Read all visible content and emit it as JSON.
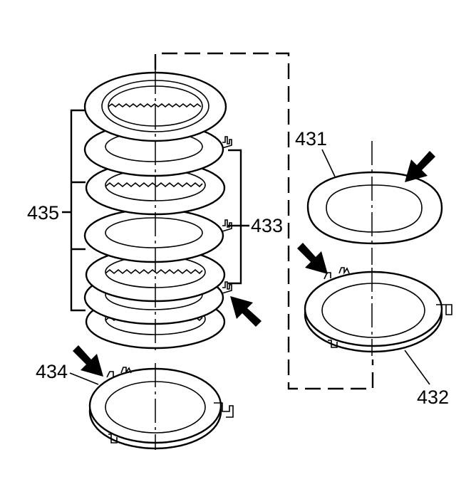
{
  "labels": {
    "clutch_pack": "435",
    "steel_plates": "433",
    "wave_plate": "431",
    "pressure_plate": "432",
    "backing_plate": "434"
  }
}
